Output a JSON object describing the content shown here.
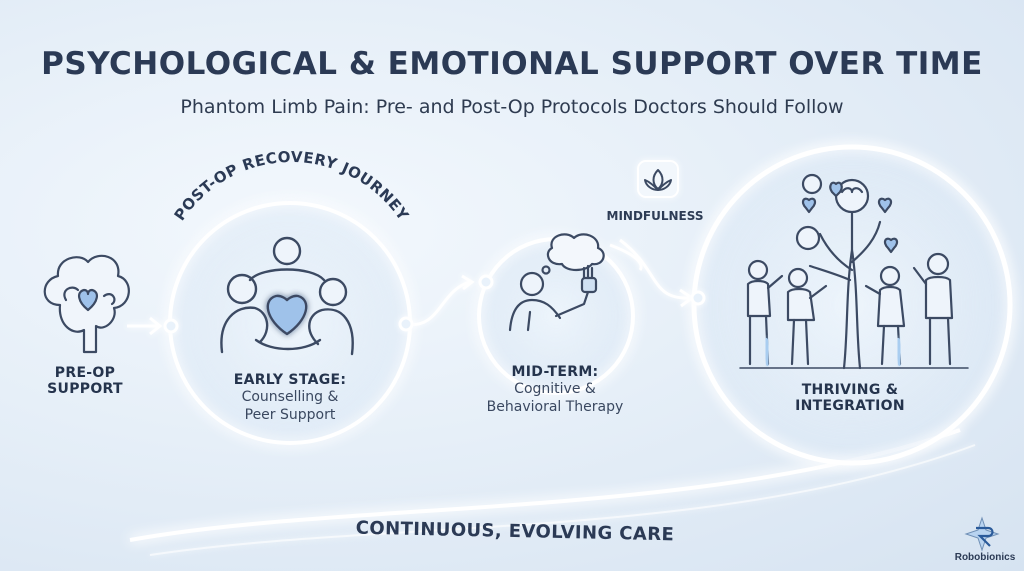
{
  "title": "PSYCHOLOGICAL & EMOTIONAL SUPPORT OVER TIME",
  "subtitle": "Phantom Limb Pain: Pre- and Post-Op Protocols Doctors Should Follow",
  "arc_label": "POST-OP RECOVERY JOURNEY",
  "stages": {
    "pre_op": {
      "line1": "PRE-OP",
      "line2": "SUPPORT"
    },
    "early": {
      "heading": "EARLY STAGE:",
      "line1": "Counselling &",
      "line2": "Peer Support"
    },
    "mid": {
      "heading": "MID-TERM:",
      "line1": "Cognitive &",
      "line2": "Behavioral Therapy"
    },
    "thriving": {
      "line1": "THRIVING &",
      "line2": "INTEGRATION"
    }
  },
  "mindfulness": "MINDFULNESS",
  "bottom_label": "CONTINUOUS, EVOLVING CARE",
  "brand": "Robobionics",
  "colors": {
    "accent": "#ffffff",
    "icon_stroke": "#3c4a63",
    "heart_fill": "#9fc2ea",
    "text": "#2b3a55"
  },
  "icons": [
    "brain-heart-icon",
    "group-hug-icon",
    "thought-bubble-person-icon",
    "lotus-icon",
    "tree-people-icon",
    "robobionics-logo"
  ]
}
